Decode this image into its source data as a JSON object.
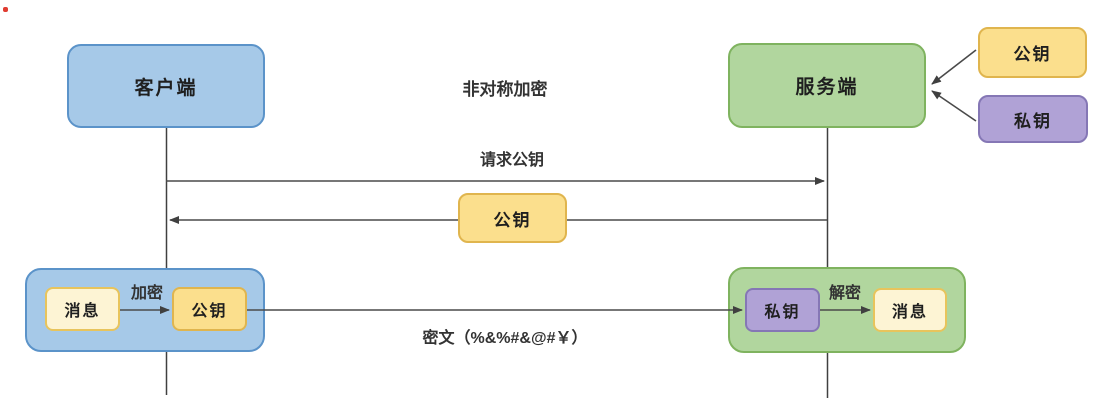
{
  "diagram": {
    "title": "非对称加密",
    "actors": {
      "client": "客户端",
      "server": "服务端"
    },
    "server_keys": {
      "public_key": "公钥",
      "private_key": "私钥"
    },
    "messages": {
      "request_public_key": "请求公钥",
      "return_public_key": "公钥",
      "ciphertext": "密文（%&%#&@#￥）"
    },
    "client_process": {
      "message": "消息",
      "action": "加密",
      "key": "公钥"
    },
    "server_process": {
      "key": "私钥",
      "action": "解密",
      "message": "消息"
    },
    "colors": {
      "client_fill": "#a6c9e8",
      "client_border": "#5b93c9",
      "server_fill": "#b1d69e",
      "server_border": "#7fb35f",
      "public_key_fill": "#fbdf8d",
      "public_key_border": "#e0b54e",
      "private_key_fill": "#b0a2d6",
      "private_key_border": "#8577b5",
      "message_fill": "#fdf4d4",
      "message_border": "#e8c45c",
      "line": "#4a4a4a",
      "marker_dot": "#e03c31"
    }
  }
}
